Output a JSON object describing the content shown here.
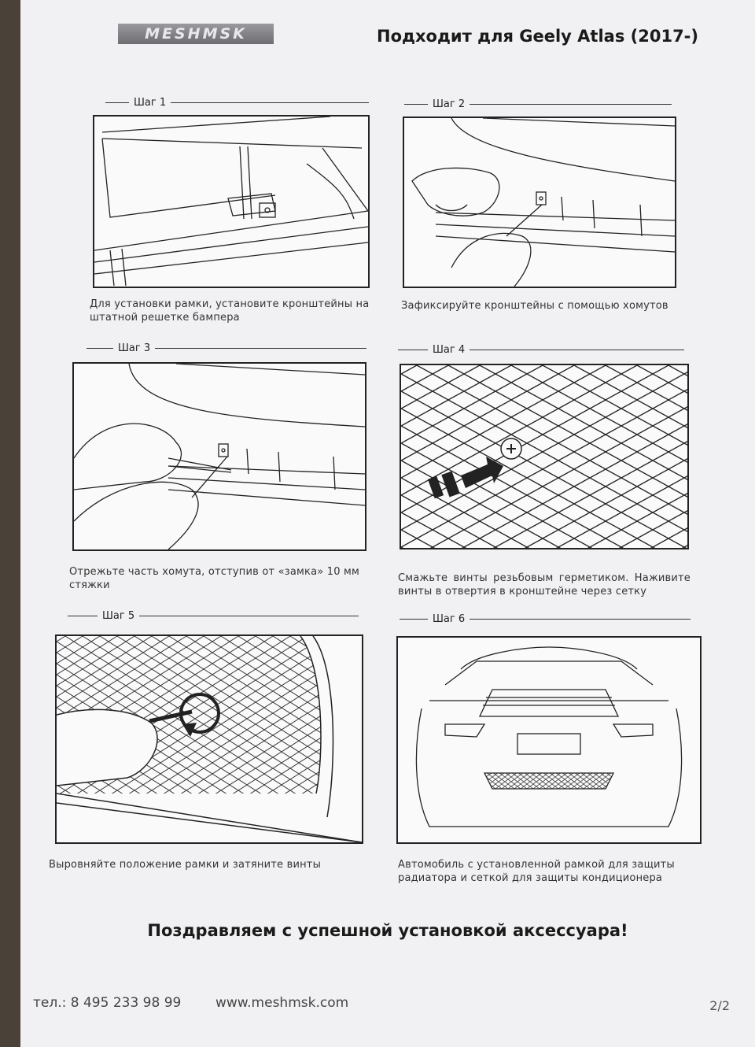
{
  "header": {
    "logo_text": "MESHMSK",
    "title": "Подходит для Geely Atlas (2017-)"
  },
  "steps": [
    {
      "label": "Шаг 1",
      "caption": "Для установки рамки, установите кронштейны на штатной решетке бампера"
    },
    {
      "label": "Шаг 2",
      "caption": "Зафиксируйте кронштейны с помощью хомутов"
    },
    {
      "label": "Шаг 3",
      "caption": "Отрежьте часть хомута, отступив от «замка» 10 мм стяжки"
    },
    {
      "label": "Шаг 4",
      "caption": "Смажьте винты резьбовым герметиком. Наживите винты в отвертия в кронштейне через сетку"
    },
    {
      "label": "Шаг 5",
      "caption": "Выровняйте положение рамки и затяните винты"
    },
    {
      "label": "Шаг 6",
      "caption": "Автомобиль с установленной рамкой для защиты радиатора и сеткой для защиты кондиционера"
    }
  ],
  "congrats": "Поздравляем с успешной установкой аксессуара!",
  "footer": {
    "phone": "тел.:  8 495 233 98 99",
    "site": "www.meshmsk.com",
    "page": "2/2"
  }
}
